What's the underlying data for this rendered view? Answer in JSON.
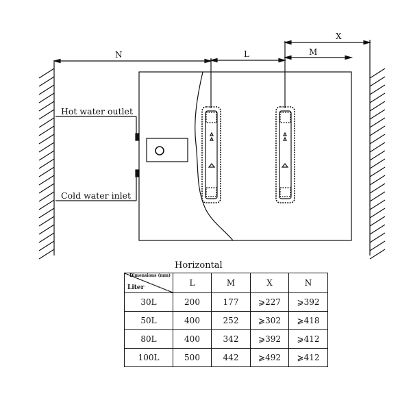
{
  "labels": {
    "hot_outlet": "Hot water outlet",
    "cold_inlet": "Cold water inlet",
    "dim_N": "N",
    "dim_L": "L",
    "dim_M": "M",
    "dim_X": "X"
  },
  "table": {
    "title": "Horizontal",
    "corner_top": "Dimensions (mm)",
    "corner_bottom": "Liter",
    "columns": [
      "L",
      "M",
      "X",
      "N"
    ],
    "rows": [
      {
        "liter": "30L",
        "L": "200",
        "M": "177",
        "X": "⩾227",
        "N": "⩾392"
      },
      {
        "liter": "50L",
        "L": "400",
        "M": "252",
        "X": "⩾302",
        "N": "⩾418"
      },
      {
        "liter": "80L",
        "L": "400",
        "M": "342",
        "X": "⩾392",
        "N": "⩾412"
      },
      {
        "liter": "100L",
        "L": "500",
        "M": "442",
        "X": "⩾492",
        "N": "⩾412"
      }
    ]
  }
}
